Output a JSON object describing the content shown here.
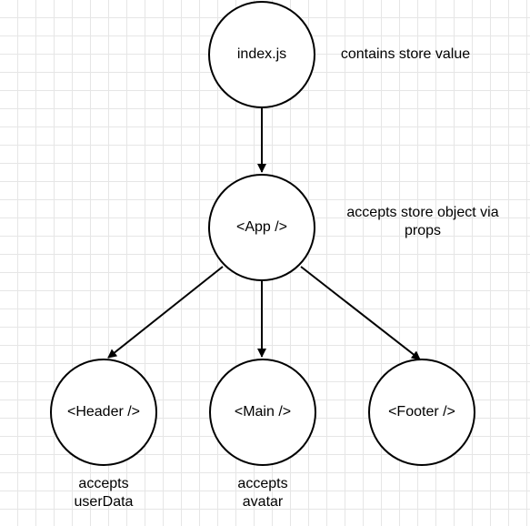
{
  "nodes": {
    "index": {
      "label": "index.js"
    },
    "app": {
      "label": "<App />"
    },
    "header": {
      "label": "<Header />"
    },
    "main": {
      "label": "<Main />"
    },
    "footer": {
      "label": "<Footer />"
    }
  },
  "annotations": {
    "index": [
      "contains store value"
    ],
    "app": [
      "accepts store object via",
      "props"
    ],
    "header": [
      "accepts",
      "userData"
    ],
    "main": [
      "accepts",
      "avatar"
    ]
  },
  "edges": [
    {
      "from": "index.js",
      "to": "<App />"
    },
    {
      "from": "<App />",
      "to": "<Header />"
    },
    {
      "from": "<App />",
      "to": "<Main />"
    },
    {
      "from": "<App />",
      "to": "<Footer />"
    }
  ],
  "colors": {
    "stroke": "#000000",
    "background": "#ffffff",
    "grid": "#e6e6e6"
  }
}
